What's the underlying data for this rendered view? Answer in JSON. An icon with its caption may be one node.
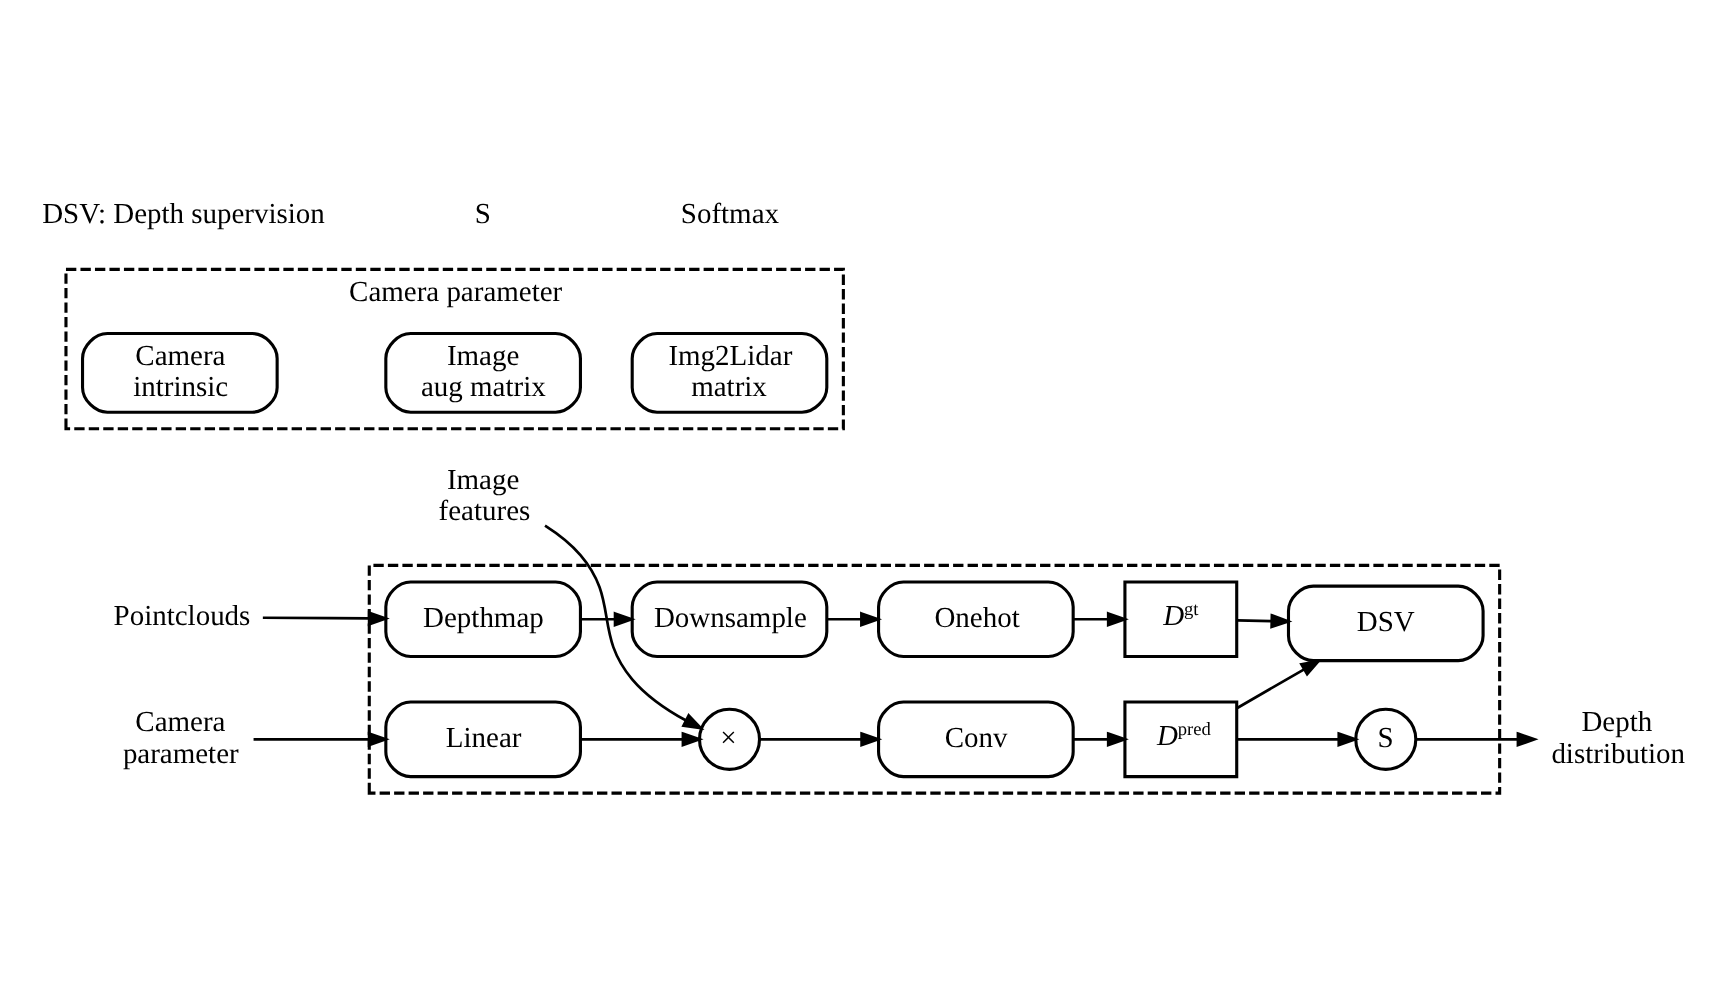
{
  "diagram": {
    "nodes": [
      {
        "text": [],
        "shape": "box"
      },
      {
        "text": [
          "Pointclouds"
        ]
      },
      {
        "text": [
          "Depthmap"
        ],
        "in": 0
      },
      {
        "text": [
          "Downsample"
        ],
        "in": 0
      },
      {
        "text": [
          "Onehot"
        ],
        "in": 0
      },
      {
        "text": [
          "*D*$^{gt}$"
        ],
        "in": 0
      },
      {
        "text": [
          "DSV"
        ],
        "in": 0
      },
      {
        "text": [
          "Camera parameter"
        ]
      },
      {
        "text": [
          "Linear"
        ],
        "in": 0
      },
      {
        "text": [
          "×"
        ],
        "in": 0
      },
      {
        "text": [
          "Conv"
        ],
        "in": 0
      },
      {
        "text": [
          "*D*$^{pred}$"
        ],
        "in": 0
      },
      {
        "text": [
          "S"
        ],
        "in": 0
      },
      {
        "text": [
          "Depth distribution"
        ]
      },
      {
        "text": [
          "Image features"
        ]
      },
      {
        "text": [
          "Camera parameter"
        ]
      },
      {
        "text": [
          "Camera intrinsic"
        ],
        "in": 15
      },
      {
        "text": [
          "Image aug matrix"
        ],
        "in": 15
      },
      {
        "text": [
          "Img2Lidar matrix"
        ],
        "in": 15
      }
    ],
    "edges": [
      {
        "from": 1,
        "to": 2,
        "arrow": "to"
      },
      {
        "from": 2,
        "to": 3,
        "arrow": "to"
      },
      {
        "from": 3,
        "to": 4,
        "arrow": "to"
      },
      {
        "from": 4,
        "to": 5,
        "arrow": "to"
      },
      {
        "from": 5,
        "to": 6,
        "arrow": "to"
      },
      {
        "from": 7,
        "to": 8,
        "arrow": "to"
      },
      {
        "from": 8,
        "to": 9,
        "arrow": "to"
      },
      {
        "from": 14,
        "to": 9,
        "arrow": "to"
      },
      {
        "from": 9,
        "to": 10,
        "arrow": "to"
      },
      {
        "from": 10,
        "to": 11,
        "arrow": "to"
      },
      {
        "from": 11,
        "to": 6,
        "arrow": "to"
      },
      {
        "from": 11,
        "to": 12,
        "arrow": "to"
      },
      {
        "from": 12,
        "to": 13,
        "arrow": "to"
      }
    ],
    "labels": [
      "DSV: Depth supervision",
      "S",
      "Softmax"
    ]
  }
}
